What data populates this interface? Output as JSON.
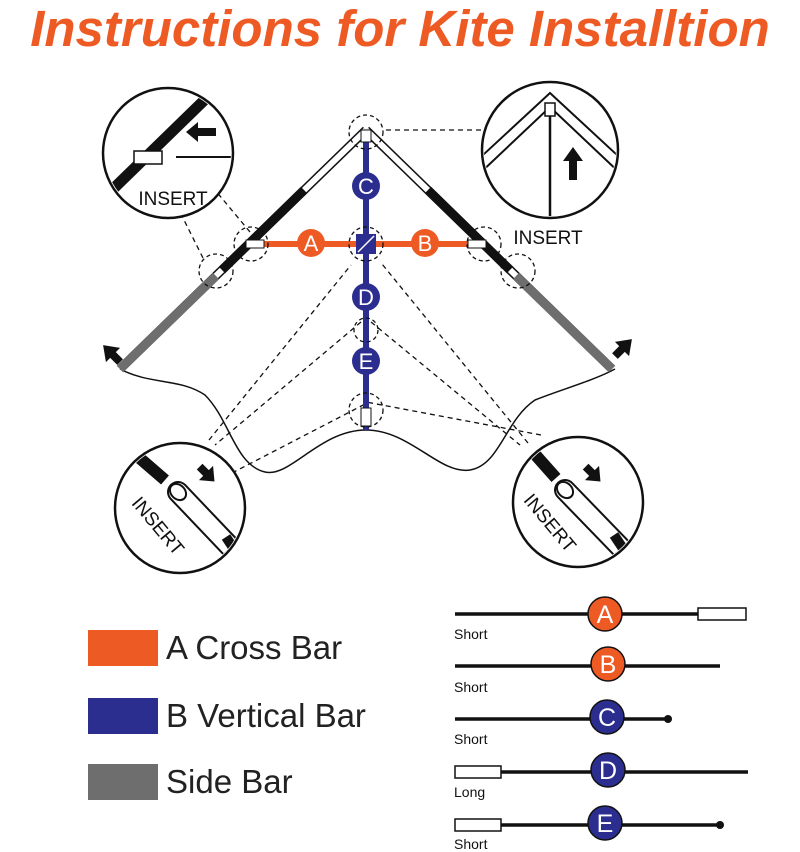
{
  "title": "Instructions for Kite Installtion",
  "colors": {
    "title": "#ee5a24",
    "cross_bar": "#ee5a24",
    "vertical_bar": "#2b2e8f",
    "side_bar": "#6e6e6e",
    "line": "#111111"
  },
  "diagram": {
    "insert_label": "INSERT",
    "cross_bar_labels": [
      "A",
      "B"
    ],
    "vertical_bar_labels": [
      "C",
      "D",
      "E"
    ],
    "arrow_icons": [
      "arrow-left-icon",
      "arrow-up-icon",
      "arrow-down-right-icon",
      "arrow-up-right-icon",
      "arrow-up-left-icon"
    ]
  },
  "legend": [
    {
      "label": "A Cross Bar",
      "color": "#ee5a24"
    },
    {
      "label": "B Vertical Bar",
      "color": "#2b2e8f"
    },
    {
      "label": "Side Bar",
      "color": "#6e6e6e"
    }
  ],
  "parts": [
    {
      "letter": "A",
      "length": "Short",
      "color": "#ee5a24"
    },
    {
      "letter": "B",
      "length": "Short",
      "color": "#ee5a24"
    },
    {
      "letter": "C",
      "length": "Short",
      "color": "#2b2e8f"
    },
    {
      "letter": "D",
      "length": "Long",
      "color": "#2b2e8f"
    },
    {
      "letter": "E",
      "length": "Short",
      "color": "#2b2e8f"
    }
  ]
}
